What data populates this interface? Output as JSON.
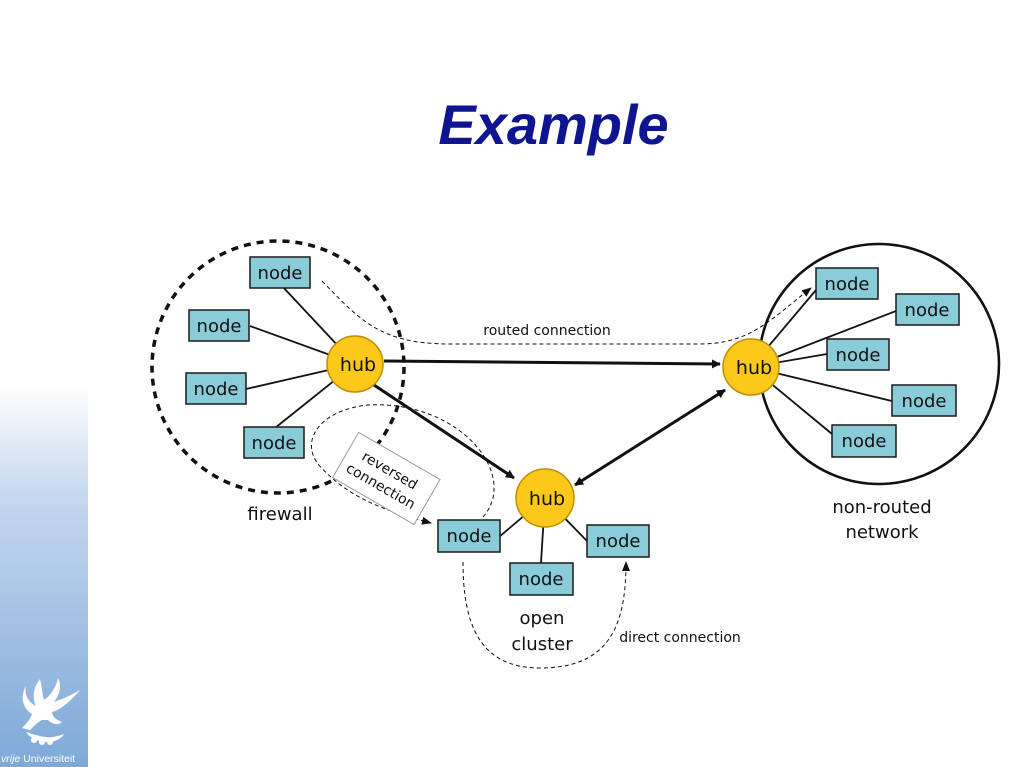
{
  "slide": {
    "title": "Example",
    "brand": {
      "italic_part": "vrije",
      "plain_part": " Universiteit"
    }
  },
  "diagram": {
    "colors": {
      "hub_fill": "#fcc91b",
      "hub_stroke": "#c08d00",
      "node_fill": "#8acbd8",
      "node_stroke": "#1a1a1a",
      "title": "#0f1591"
    },
    "firewall": {
      "label": "firewall",
      "hub": "hub",
      "nodes": [
        "node",
        "node",
        "node",
        "node"
      ]
    },
    "nonrouted": {
      "label_lines": [
        "non-routed",
        "network"
      ],
      "hub": "hub",
      "nodes": [
        "node",
        "node",
        "node",
        "node",
        "node"
      ]
    },
    "cluster": {
      "label_lines": [
        "open",
        "cluster"
      ],
      "hub": "hub",
      "nodes": [
        "node",
        "node",
        "node"
      ]
    },
    "connections": {
      "routed": "routed connection",
      "reversed_lines": [
        "reversed",
        "connection"
      ],
      "direct": "direct connection"
    }
  }
}
